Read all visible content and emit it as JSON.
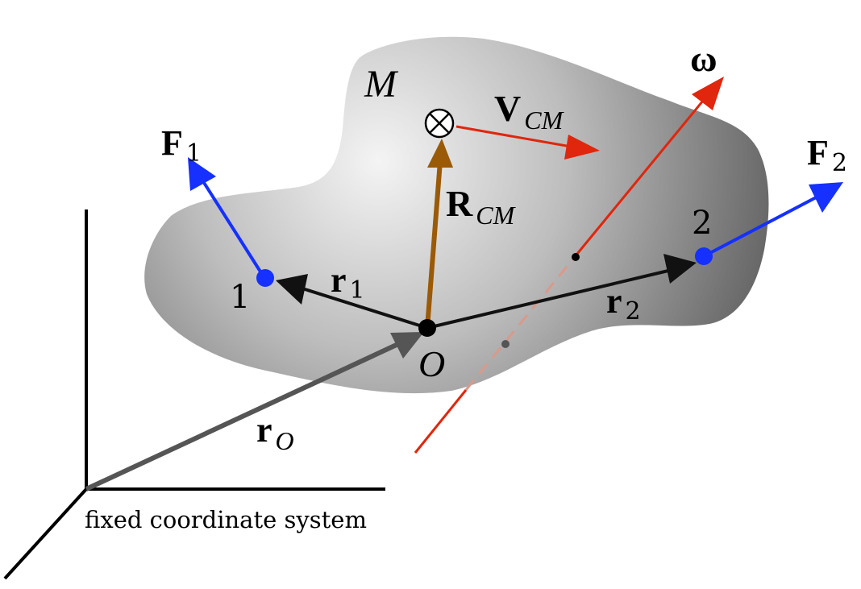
{
  "body": {
    "mass_label": "M",
    "origin_label": "O"
  },
  "points": {
    "p1": "1",
    "p2": "2"
  },
  "vectors": {
    "F1": {
      "main": "F",
      "sub": "1"
    },
    "F2": {
      "main": "F",
      "sub": "2"
    },
    "r1": {
      "main": "r",
      "sub": "1"
    },
    "r2": {
      "main": "r",
      "sub": "2"
    },
    "rO": {
      "main": "r",
      "sub": "O"
    },
    "RCM": {
      "main": "R",
      "sub": "CM"
    },
    "VCM": {
      "main": "V",
      "sub": "CM"
    },
    "omega": {
      "main": "ω"
    }
  },
  "axes": {
    "caption": "fixed coordinate system"
  },
  "colors": {
    "force": "#1530ff",
    "velocity_axis": "#e0260c",
    "r_cm": "#9a5a06",
    "position": "#111111",
    "r_o": "#555555",
    "body_light": "#f2f2f2",
    "body_dark": "#6e6e6e"
  },
  "icons": {
    "center_of_mass": "circled-times-icon"
  }
}
